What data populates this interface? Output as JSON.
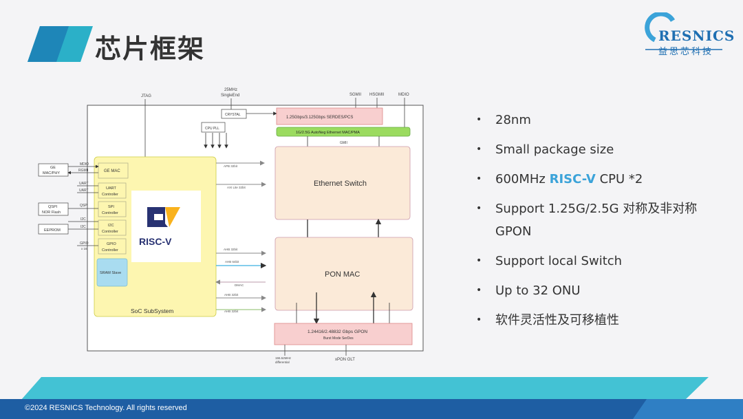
{
  "header": {
    "title": "芯片框架",
    "logo_text": "RESNICS",
    "logo_subtitle": "益思芯科技"
  },
  "diagram": {
    "jtag": "JTAG",
    "clk_25": "25MHz",
    "clk_single": "SingleEnd",
    "sgmii": "SGMII",
    "hsgmii": "HSGMII",
    "mdio_top": "MDIO",
    "crystal": "CRYSTAL",
    "cpu_pll": "CPU PLL",
    "serdes_top": "1.25Gbps/3.125Gbps SERDES/PCS",
    "autoneg": "1G/2.5G AutoNeg Ethernet MAC/PMA",
    "gmii": "GMII",
    "ge_mac_left": "GE",
    "ge_mac_left2": "MAC/PHY",
    "mdio": "MDIO",
    "rgmii": "RGMII",
    "uart_tx": "UART",
    "uart_rx": "UART",
    "qspi_box": "QSPI",
    "nor_flash": "NOR Flash",
    "qspi": "QSPI",
    "i2c_a": "I2C",
    "i2c_b": "I2C",
    "eeprom": "EEPROM",
    "gpio": "GPIO",
    "gpio_num": "x 16",
    "ge_mac": "GE MAC",
    "uart_ctrl": "UART",
    "spi_ctrl": "SPI",
    "i2c_ctrl": "I2C",
    "gpio_ctrl": "GPIO",
    "controller": "Controller",
    "sram_slave": "SRAM Slave",
    "soc_subsystem": "SoC SubSystem",
    "risc_v": "RISC-V",
    "ethernet_switch": "Ethernet Switch",
    "pon_mac": "PON MAC",
    "gpon_serdes": "1.24416/2.48832 Gbps GPON",
    "burst_mode": "Burst Mode SerDes",
    "xpon_olt": "xPON OLT",
    "ref_clk_a": "155.52MHz",
    "ref_clk_b": "differential",
    "bus_apb1": "APB 32bit",
    "bus_axi": "AXI Lite 32bit",
    "bus_ahb1": "AHB 32bit",
    "bus_ahb2": "AHB 64bit",
    "bus_dmac": "DMAC",
    "bus_ahb3": "AHB 32bit",
    "bus_ahb4": "AHB 32bit"
  },
  "bullets": [
    {
      "pre": "28nm",
      "accent": "",
      "post": ""
    },
    {
      "pre": "Small package size",
      "accent": "",
      "post": ""
    },
    {
      "pre": "600MHz ",
      "accent": "RISC-V",
      "post": " CPU *2"
    },
    {
      "pre": "Support 1.25G/2.5G 对称及非对称 GPON",
      "accent": "",
      "post": ""
    },
    {
      "pre": "Support local Switch",
      "accent": "",
      "post": ""
    },
    {
      "pre": "Up to 32 ONU",
      "accent": "",
      "post": ""
    },
    {
      "pre": "软件灵活性及可移植性",
      "accent": "",
      "post": ""
    }
  ],
  "footer": {
    "copyright": "©2024 RESNICS Technology. All rights reserved"
  },
  "colors": {
    "cyan": "#43c2d4",
    "blue": "#1e5ea3",
    "band": "#2bb0c8",
    "soc_yellow": "#fdf6b0",
    "peach": "#fbead8",
    "pink": "#f8cfcf",
    "green": "#9bdb5f",
    "sram": "#a9dcf0"
  }
}
